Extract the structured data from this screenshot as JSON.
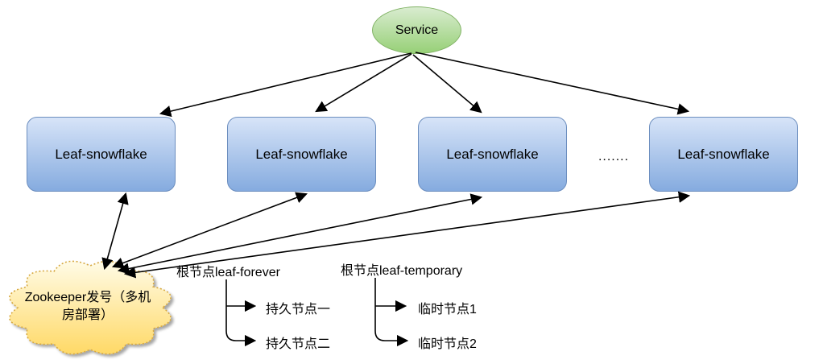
{
  "diagram": {
    "service": {
      "label": "Service"
    },
    "leaf_nodes": [
      {
        "label": "Leaf-snowflake"
      },
      {
        "label": "Leaf-snowflake"
      },
      {
        "label": "Leaf-snowflake"
      },
      {
        "label": "Leaf-snowflake"
      }
    ],
    "ellipsis": ".......",
    "zookeeper": {
      "label": "Zookeeper发号（多机房部署）"
    },
    "trees": [
      {
        "root": "根节点leaf-forever",
        "children": [
          "持久节点一",
          "持久节点二"
        ]
      },
      {
        "root": "根节点leaf-temporary",
        "children": [
          "临时节点1",
          "临时节点2"
        ]
      }
    ],
    "colors": {
      "service_fill_top": "#d9ecd0",
      "service_fill_bottom": "#97d077",
      "service_border": "#82b366",
      "node_fill_top": "#d7e4f8",
      "node_fill_bottom": "#85abdf",
      "node_border": "#6c8ebf",
      "cloud_fill_top": "#fffbe6",
      "cloud_fill_bottom": "#ffd966",
      "cloud_border": "#d6a841",
      "arrow_color": "#000000"
    }
  }
}
